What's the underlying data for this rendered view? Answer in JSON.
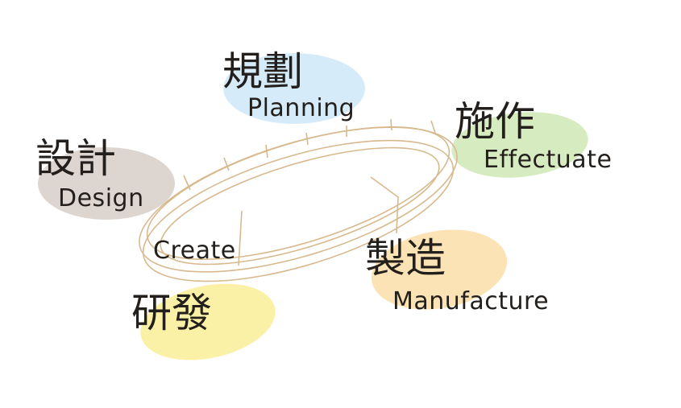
{
  "colors": {
    "planning": "#d5ebf9",
    "design": "#ddd6d0",
    "effectuate": "#d7ebc1",
    "manufacture": "#fbe3b5",
    "research": "#fbf1a6",
    "ring": "#d8b98e"
  },
  "nodes": {
    "planning": {
      "zh": "規劃",
      "en": "Planning"
    },
    "design": {
      "zh": "設計",
      "en": "Design"
    },
    "effectuate": {
      "zh": "施作",
      "en": "Effectuate"
    },
    "manufacture": {
      "zh": "製造",
      "en": "Manufacture"
    },
    "research": {
      "zh": "研發",
      "en": "Create"
    }
  }
}
